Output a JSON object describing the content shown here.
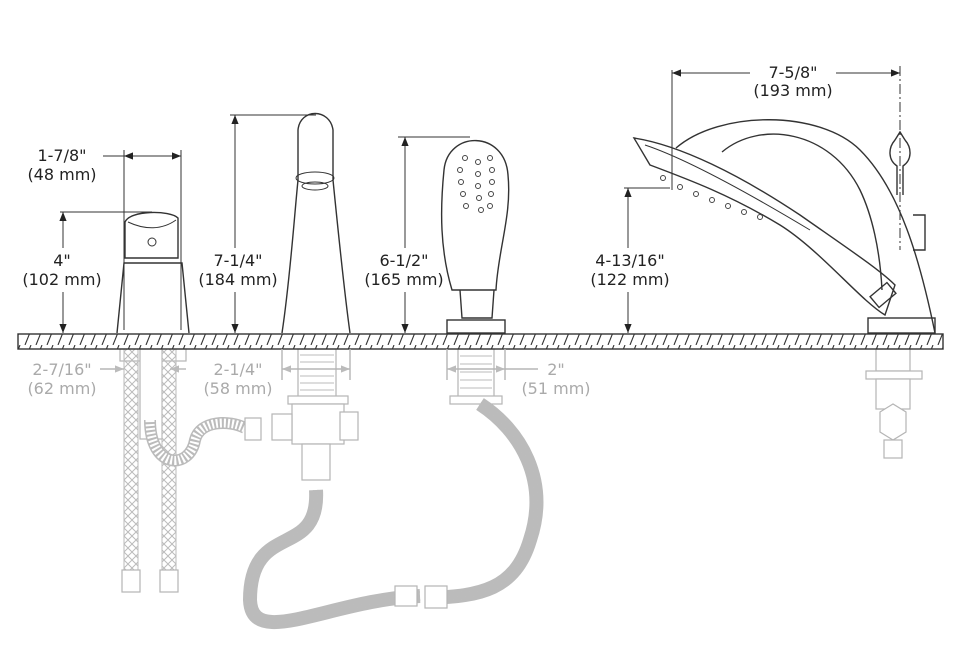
{
  "dimensions": {
    "handle_width": {
      "imperial": "1-7/8\"",
      "metric": "(48 mm)"
    },
    "handle_height": {
      "imperial": "4\"",
      "metric": "(102 mm)"
    },
    "spout_height": {
      "imperial": "7-1/4\"",
      "metric": "(184 mm)"
    },
    "handshower_height": {
      "imperial": "6-1/2\"",
      "metric": "(165 mm)"
    },
    "diverter_reach": {
      "imperial": "7-5/8\"",
      "metric": "(193 mm)"
    },
    "diverter_height": {
      "imperial": "4-13/16\"",
      "metric": "(122 mm)"
    },
    "handle_shank": {
      "imperial": "2-7/16\"",
      "metric": "(62 mm)"
    },
    "spout_shank": {
      "imperial": "2-1/4\"",
      "metric": "(58 mm)"
    },
    "handshower_shank": {
      "imperial": "2\"",
      "metric": "(51 mm)"
    }
  },
  "colors": {
    "line": "#333333",
    "below_deck": "#b5b5b5"
  }
}
